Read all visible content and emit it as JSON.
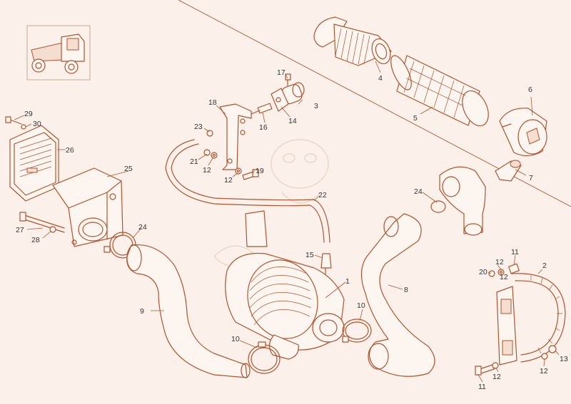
{
  "diagram": {
    "callouts": [
      {
        "id": "c1",
        "text": "1"
      },
      {
        "id": "c2",
        "text": "2"
      },
      {
        "id": "c3",
        "text": "3"
      },
      {
        "id": "c4",
        "text": "4"
      },
      {
        "id": "c5",
        "text": "5"
      },
      {
        "id": "c6",
        "text": "6"
      },
      {
        "id": "c7",
        "text": "7"
      },
      {
        "id": "c8",
        "text": "8"
      },
      {
        "id": "c9",
        "text": "9"
      },
      {
        "id": "c10a",
        "text": "10"
      },
      {
        "id": "c10b",
        "text": "10"
      },
      {
        "id": "c11a",
        "text": "11"
      },
      {
        "id": "c11b",
        "text": "11"
      },
      {
        "id": "c12a",
        "text": "12"
      },
      {
        "id": "c12b",
        "text": "12"
      },
      {
        "id": "c12c",
        "text": "12"
      },
      {
        "id": "c12d",
        "text": "12"
      },
      {
        "id": "c12e",
        "text": "12"
      },
      {
        "id": "c12f",
        "text": "12"
      },
      {
        "id": "c13",
        "text": "13"
      },
      {
        "id": "c14",
        "text": "14"
      },
      {
        "id": "c15",
        "text": "15"
      },
      {
        "id": "c16",
        "text": "16"
      },
      {
        "id": "c17",
        "text": "17"
      },
      {
        "id": "c18",
        "text": "18"
      },
      {
        "id": "c19",
        "text": "19"
      },
      {
        "id": "c20",
        "text": "20"
      },
      {
        "id": "c21",
        "text": "21"
      },
      {
        "id": "c22",
        "text": "22"
      },
      {
        "id": "c23",
        "text": "23"
      },
      {
        "id": "c24a",
        "text": "24"
      },
      {
        "id": "c24b",
        "text": "24"
      },
      {
        "id": "c25",
        "text": "25"
      },
      {
        "id": "c26",
        "text": "26"
      },
      {
        "id": "c27",
        "text": "27"
      },
      {
        "id": "c28",
        "text": "28"
      },
      {
        "id": "c29",
        "text": "29"
      },
      {
        "id": "c30",
        "text": "30"
      }
    ]
  }
}
